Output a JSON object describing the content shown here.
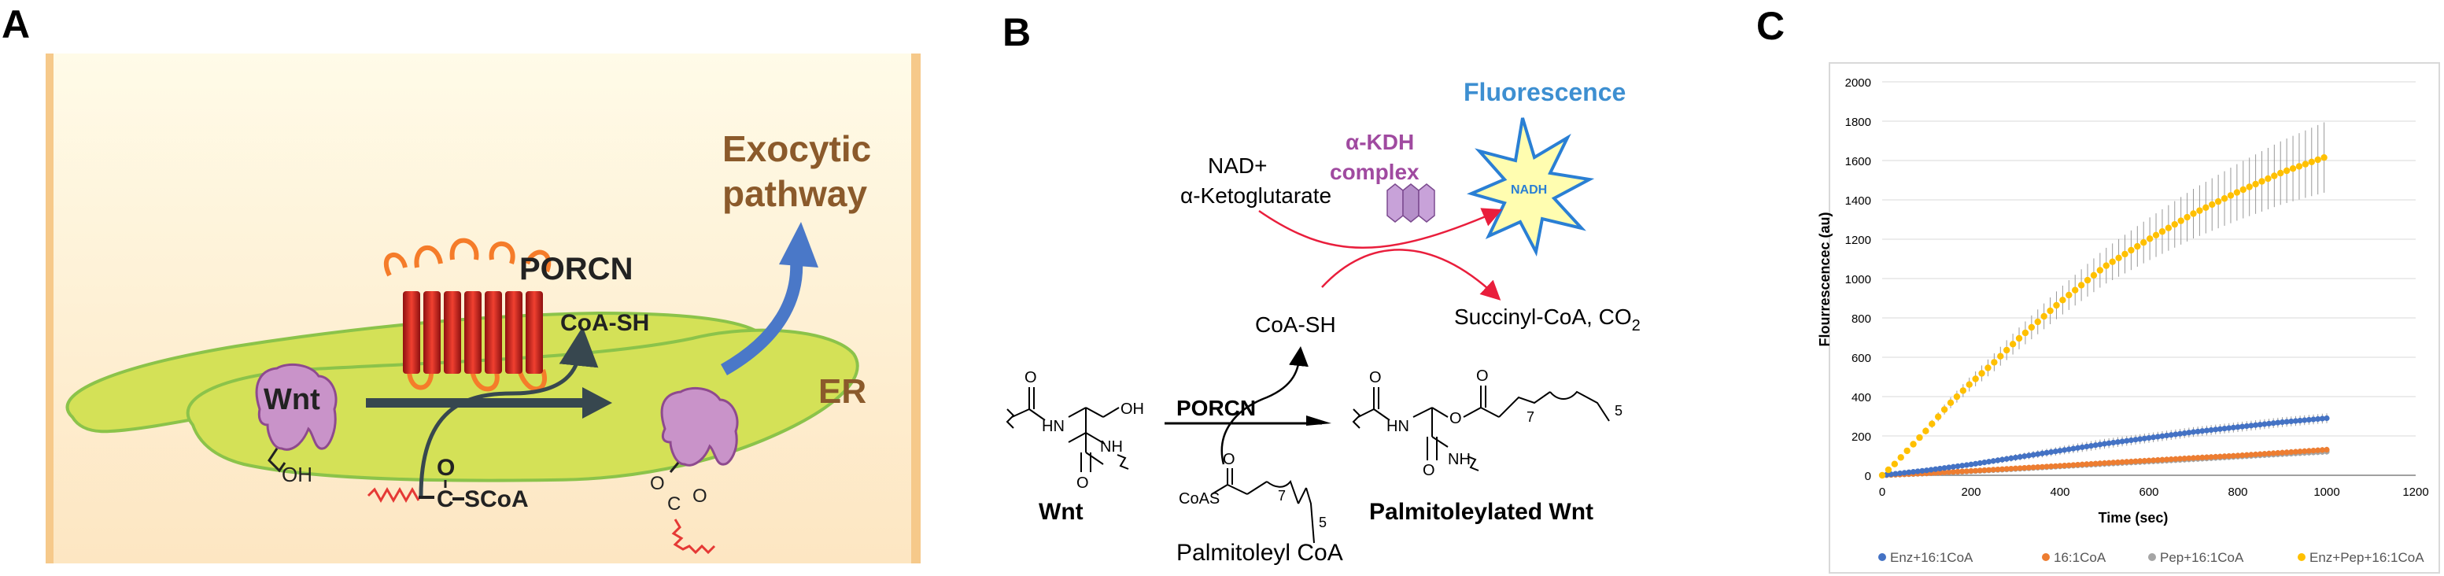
{
  "panel_a": {
    "label": "A",
    "exocytic_line1": "Exocytic",
    "exocytic_line2": "pathway",
    "porcn": "PORCN",
    "coa_sh": "CoA-SH",
    "er": "ER",
    "wnt": "Wnt",
    "oh": "OH",
    "carbonyl_o": "O",
    "carbonyl_c": "C",
    "scoa": "SCoA",
    "ester_o": "O",
    "ester_c": "C",
    "ester_o2": "O"
  },
  "panel_b": {
    "label": "B",
    "fluorescence": "Fluorescence",
    "nad_plus": "NAD+",
    "alpha_kg": "α-Ketoglutarate",
    "akdh_line1": "α-KDH",
    "akdh_line2": "complex",
    "nadh": "NADH",
    "coa_sh": "CoA-SH",
    "succinyl": "Succinyl-CoA, CO",
    "succinyl_sub": "2",
    "porcn": "PORCN",
    "wnt": "Wnt",
    "palmitoleyl_coa": "Palmitoleyl CoA",
    "palmitoleylated_wnt": "Palmitoleylated Wnt",
    "oh": "OH",
    "nh": "NH",
    "hn": "HN",
    "o": "O",
    "coas": "CoAS",
    "sub7": "7",
    "sub5": "5"
  },
  "panel_c": {
    "label": "C",
    "colors": {
      "enz": "#4472C4",
      "c161": "#ED7D31",
      "pep": "#A5A5A5",
      "enzpep": "#FFC000"
    }
  },
  "chart_data": {
    "type": "scatter",
    "title": "",
    "xlabel": "Time (sec)",
    "ylabel": "Flourrescencec (au)",
    "xlim": [
      0,
      1200
    ],
    "ylim": [
      0,
      2000
    ],
    "x_ticks": [
      "0",
      "200",
      "400",
      "600",
      "800",
      "1000",
      "1200"
    ],
    "y_ticks": [
      "0",
      "200",
      "400",
      "600",
      "800",
      "1000",
      "1200",
      "1400",
      "1600",
      "1800",
      "2000"
    ],
    "grid": true,
    "legend_position": "bottom",
    "series": [
      {
        "name": "Enz+16:1CoA",
        "color": "#4472C4",
        "x": [
          0,
          100,
          200,
          300,
          400,
          500,
          600,
          700,
          800,
          900,
          1000
        ],
        "y": [
          0,
          25,
          55,
          90,
          125,
          160,
          190,
          220,
          245,
          270,
          290
        ],
        "error": 25
      },
      {
        "name": "16:1CoA",
        "color": "#ED7D31",
        "x": [
          0,
          100,
          200,
          300,
          400,
          500,
          600,
          700,
          800,
          900,
          1000
        ],
        "y": [
          0,
          10,
          22,
          35,
          48,
          62,
          75,
          88,
          100,
          115,
          130
        ],
        "error": 15
      },
      {
        "name": "Pep+16:1CoA",
        "color": "#A5A5A5",
        "x": [
          0,
          100,
          200,
          300,
          400,
          500,
          600,
          700,
          800,
          900,
          1000
        ],
        "y": [
          0,
          9,
          20,
          32,
          45,
          58,
          70,
          82,
          95,
          108,
          120
        ],
        "error": 15
      },
      {
        "name": "Enz+Pep+16:1CoA",
        "color": "#FFC000",
        "x": [
          0,
          25,
          50,
          100,
          150,
          200,
          250,
          300,
          400,
          500,
          600,
          700,
          800,
          900,
          1000
        ],
        "y": [
          0,
          50,
          110,
          230,
          360,
          470,
          570,
          680,
          880,
          1060,
          1200,
          1330,
          1440,
          1540,
          1620
        ],
        "error_max": 180
      }
    ]
  }
}
